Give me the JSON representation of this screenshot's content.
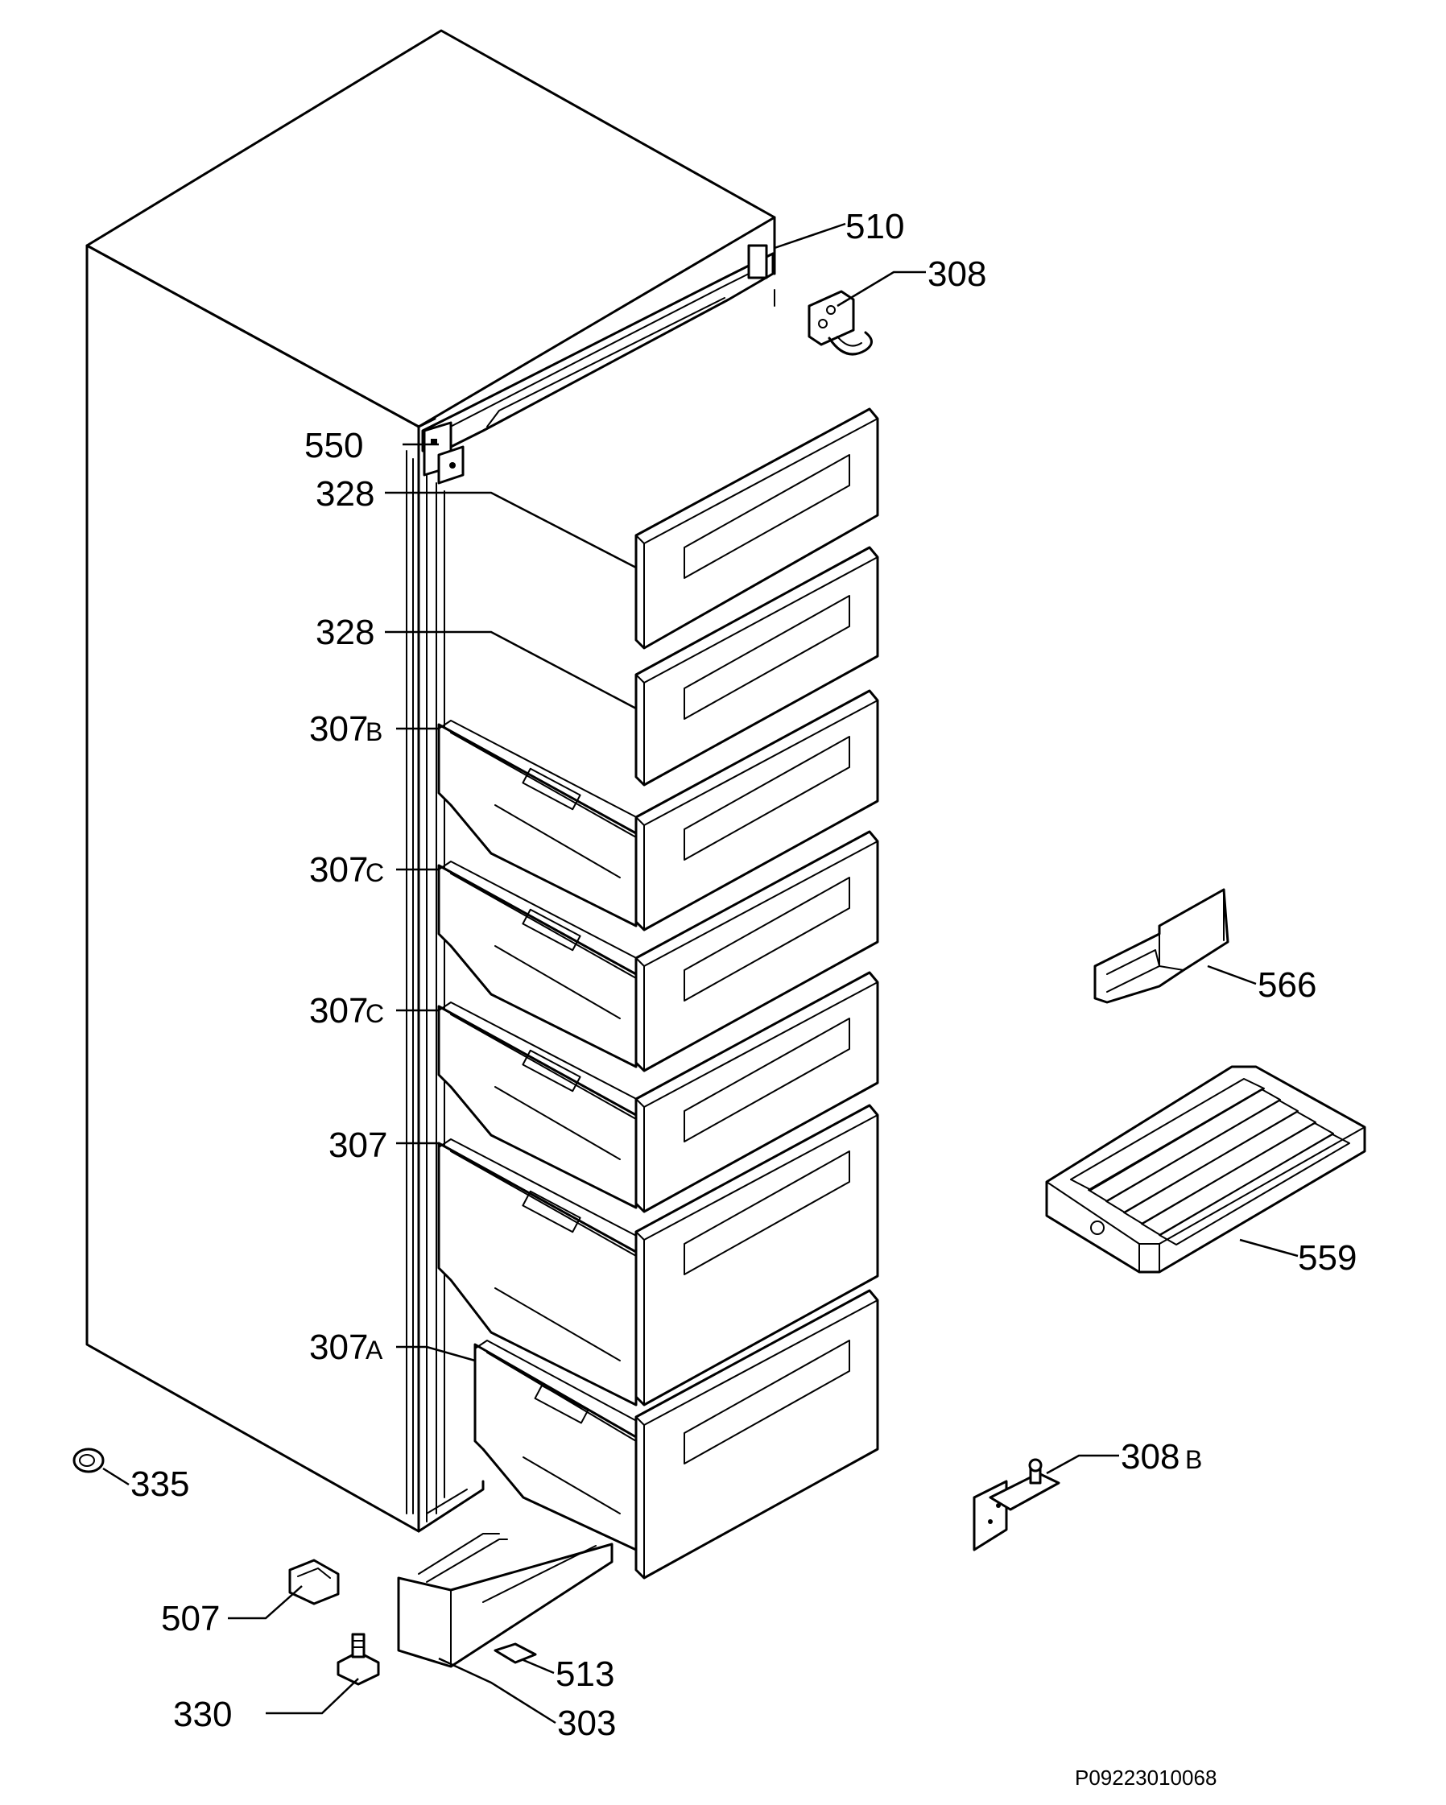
{
  "labels": {
    "l510": "510",
    "l308": "308",
    "l550": "550",
    "l328a": "328",
    "l328b": "328",
    "l307b": "307",
    "l307b_suffix": "B",
    "l307c1": "307",
    "l307c1_suffix": "C",
    "l307c2": "307",
    "l307c2_suffix": "C",
    "l307": "307",
    "l307a": "307",
    "l307a_suffix": "A",
    "l566": "566",
    "l559": "559",
    "l308b": "308",
    "l308b_suffix": "B",
    "l335": "335",
    "l507": "507",
    "l513": "513",
    "l330": "330",
    "l303": "303"
  },
  "drawing_code": "P09223010068"
}
